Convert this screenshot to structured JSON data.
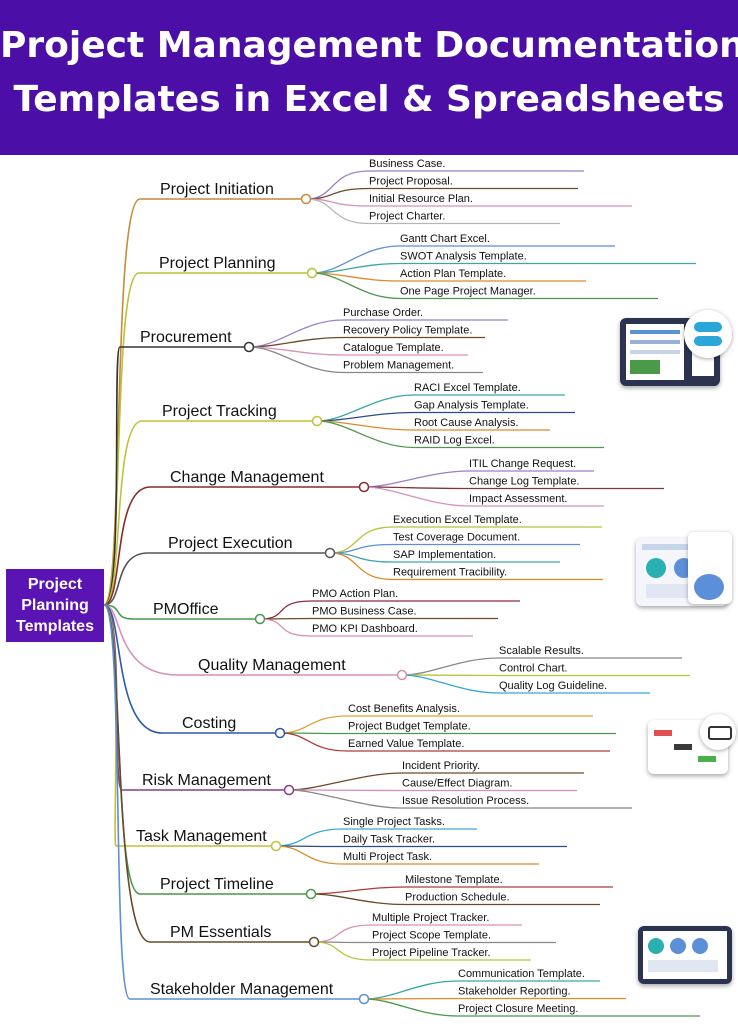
{
  "header": {
    "title_line1": "Project Management Documentation",
    "title_line2": "Templates in Excel & Spreadsheets",
    "bg_color": "#4b0fa8"
  },
  "root": {
    "line1": "Project",
    "line2": "Planning",
    "line3": "Templates",
    "color": "#5a14b4"
  },
  "branches": [
    {
      "label": "Project Initiation",
      "color": "#c98a3a",
      "leaves": [
        "Business Case.",
        "Project Proposal.",
        "Initial Resource Plan.",
        "Project Charter."
      ],
      "leaf_colors": [
        "#9a7fc8",
        "#6b4a2a",
        "#d98fb8",
        "#b5b5b5"
      ]
    },
    {
      "label": "Project Planning",
      "color": "#b8c23a",
      "leaves": [
        "Gantt Chart Excel.",
        "SWOT Analysis Template.",
        "Action Plan Template.",
        "One Page Project Manager."
      ],
      "leaf_colors": [
        "#5b8fd8",
        "#3aa6a6",
        "#e08a2a",
        "#4a9a4a"
      ]
    },
    {
      "label": "Procurement",
      "color": "#333333",
      "leaves": [
        "Purchase Order.",
        "Recovery Policy Template.",
        "Catalogue Template.",
        "Problem Management."
      ],
      "leaf_colors": [
        "#9a7fc8",
        "#6b4a2a",
        "#d98fb8",
        "#888888"
      ]
    },
    {
      "label": "Project Tracking",
      "color": "#c2c23a",
      "leaves": [
        "RACI Excel Template.",
        "Gap Analysis Template.",
        "Root Cause Analysis.",
        "RAID Log Excel."
      ],
      "leaf_colors": [
        "#3aa6a6",
        "#2a4a8a",
        "#e08a2a",
        "#4a9a4a"
      ]
    },
    {
      "label": "Change Management",
      "color": "#8a2a2a",
      "leaves": [
        "ITIL Change Request.",
        "Change Log Template.",
        "Impact Assessment."
      ],
      "leaf_colors": [
        "#9a7fc8",
        "#7a3a3a",
        "#d98fb8"
      ]
    },
    {
      "label": "Project Execution",
      "color": "#555555",
      "leaves": [
        "Execution Excel Template.",
        "Test Coverage Document.",
        "SAP Implementation.",
        "Requirement Tracibility."
      ],
      "leaf_colors": [
        "#b8c23a",
        "#5b8fd8",
        "#3aa6a6",
        "#e08a2a"
      ]
    },
    {
      "label": "PMOffice",
      "color": "#4a9a4a",
      "leaves": [
        "PMO Action Plan.",
        "PMO Business Case.",
        "PMO KPI Dashboard."
      ],
      "leaf_colors": [
        "#8a2a4a",
        "#6b4a2a",
        "#d98fb8"
      ]
    },
    {
      "label": "Quality Management",
      "color": "#d98fb8",
      "leaves": [
        "Scalable Results.",
        "Control Chart.",
        "Quality Log Guideline."
      ],
      "leaf_colors": [
        "#888888",
        "#b8c23a",
        "#3aa6d8"
      ]
    },
    {
      "label": "Costing",
      "color": "#2a5aa8",
      "leaves": [
        "Cost Benefits Analysis.",
        "Project Budget Template.",
        "Earned Value Template."
      ],
      "leaf_colors": [
        "#e0a03a",
        "#4a9a4a",
        "#b03a3a"
      ]
    },
    {
      "label": "Risk Management",
      "color": "#8a3a8a",
      "leaves": [
        "Incident Priority.",
        "Cause/Effect Diagram.",
        "Issue Resolution Process."
      ],
      "leaf_colors": [
        "#6b4a2a",
        "#d98fb8",
        "#888888"
      ]
    },
    {
      "label": "Task Management",
      "color": "#c2c23a",
      "leaves": [
        "Single Project Tasks.",
        "Daily Task Tracker.",
        "Multi Project Task."
      ],
      "leaf_colors": [
        "#3aa6d8",
        "#2a4a8a",
        "#e08a2a"
      ]
    },
    {
      "label": "Project Timeline",
      "color": "#4a9a4a",
      "leaves": [
        "Milestone Template.",
        "Production Schedule."
      ],
      "leaf_colors": [
        "#b03a3a",
        "#6b4a2a"
      ]
    },
    {
      "label": "PM Essentials",
      "color": "#6b4a2a",
      "leaves": [
        "Multiple Project Tracker.",
        "Project Scope Template.",
        "Project Pipeline Tracker."
      ],
      "leaf_colors": [
        "#d98fb8",
        "#888888",
        "#b8c23a"
      ]
    },
    {
      "label": "Stakeholder Management",
      "color": "#5b8fd8",
      "leaves": [
        "Communication Template.",
        "Stakeholder Reporting.",
        "Project Closure Meeting."
      ],
      "leaf_colors": [
        "#3aa6a6",
        "#e08a2a",
        "#4a9a4a"
      ]
    }
  ]
}
